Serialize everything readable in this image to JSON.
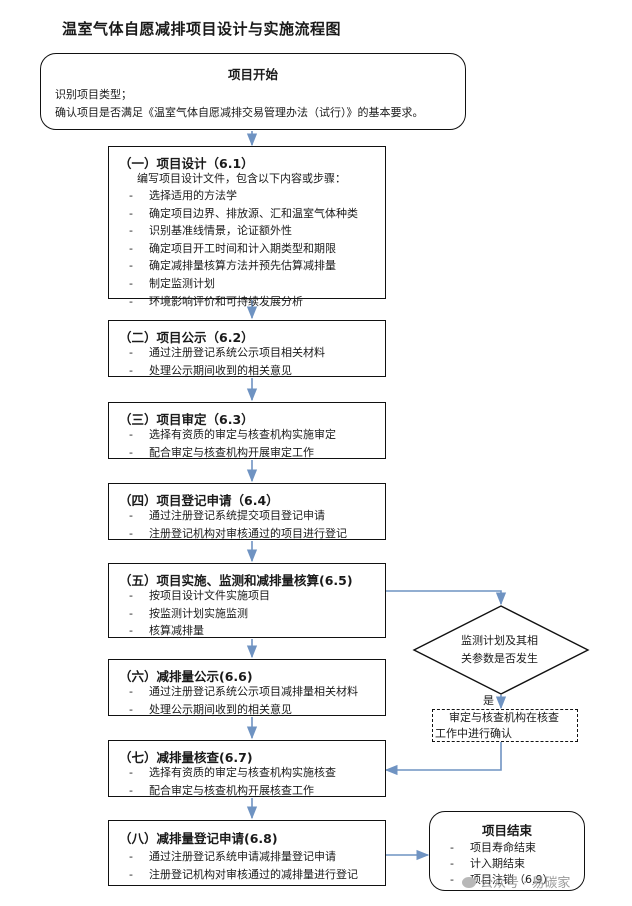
{
  "title": "温室气体自愿减排项目设计与实施流程图",
  "start": {
    "heading": "项目开始",
    "lines": [
      "识别项目类型；",
      "确认项目是否满足《温室气体自愿减排交易管理办法（试行）》的基本要求。"
    ]
  },
  "steps": [
    {
      "heading": "（一）项目设计（6.1）",
      "intro": "编写项目设计文件，包含以下内容或步骤：",
      "items": [
        "选择适用的方法学",
        "确定项目边界、排放源、汇和温室气体种类",
        "识别基准线情景，论证额外性",
        "确定项目开工时间和计入期类型和期限",
        "确定减排量核算方法并预先估算减排量",
        "制定监测计划",
        "环境影响评价和可持续发展分析"
      ]
    },
    {
      "heading": "（二）项目公示（6.2）",
      "items": [
        "通过注册登记系统公示项目相关材料",
        "处理公示期间收到的相关意见"
      ]
    },
    {
      "heading": "（三）项目审定（6.3）",
      "items": [
        "选择有资质的审定与核查机构实施审定",
        "配合审定与核查机构开展审定工作"
      ]
    },
    {
      "heading": "（四）项目登记申请（6.4）",
      "items": [
        "通过注册登记系统提交项目登记申请",
        "注册登记机构对审核通过的项目进行登记"
      ]
    },
    {
      "heading": "（五）项目实施、监测和减排量核算(6.5)",
      "items": [
        "按项目设计文件实施项目",
        "按监测计划实施监测",
        "核算减排量"
      ]
    },
    {
      "heading": "（六）减排量公示(6.6)",
      "items": [
        "通过注册登记系统公示项目减排量相关材料",
        "处理公示期间收到的相关意见"
      ]
    },
    {
      "heading": "（七）减排量核查(6.7)",
      "items": [
        "选择有资质的审定与核查机构实施核查",
        "配合审定与核查机构开展核查工作"
      ]
    },
    {
      "heading": "（八）减排量登记申请(6.8)",
      "items": [
        "通过注册登记系统申请减排量登记申请",
        "注册登记机构对审核通过的减排量进行登记"
      ]
    }
  ],
  "decision": {
    "lines": [
      "监测计划及其相",
      "关参数是否发生"
    ],
    "yes_label": "是"
  },
  "confirm": {
    "lines": [
      "审定与核查机构在核查",
      "工作中进行确认"
    ]
  },
  "end": {
    "heading": "项目结束",
    "items": [
      "项目寿命结束",
      "计入期结束",
      "项目注销（6.9）"
    ]
  },
  "item_dash": "-",
  "watermark": "公众号 · 易碳家",
  "colors": {
    "arrow": "#6f93c2",
    "border": "#111111"
  }
}
